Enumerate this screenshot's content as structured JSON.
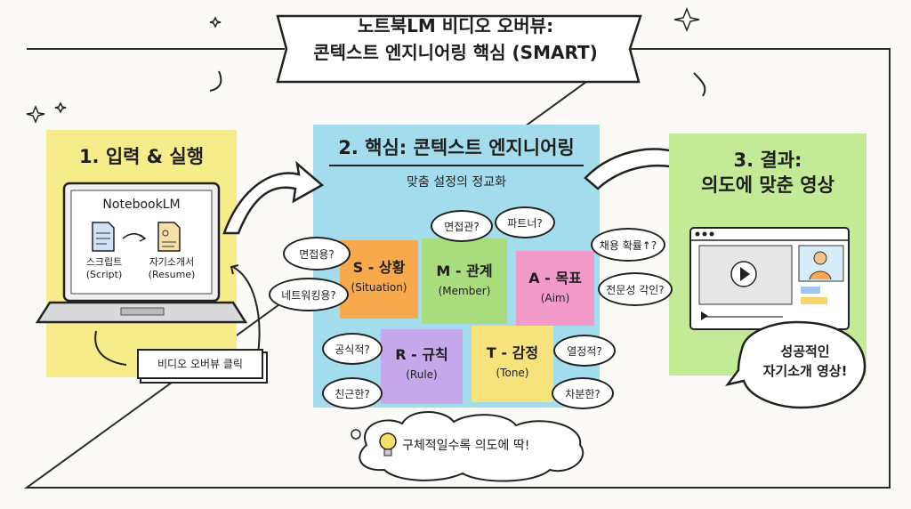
{
  "title": {
    "line1": "노트북LM 비디오 오버뷰:",
    "line2": "콘텍스트 엔지니어링 핵심 (SMART)"
  },
  "left": {
    "heading": "1. 입력 & 실행",
    "app_name": "NotebookLM",
    "doc1": {
      "line1": "스크립트",
      "line2": "(Script)"
    },
    "doc2": {
      "line1": "자기소개서",
      "line2": "(Resume)"
    },
    "click_label": "비디오 오버뷰 클릭"
  },
  "center": {
    "heading": "2. 핵심: 콘텍스트 엔지니어링",
    "subtitle": "맞춤 설정의 정교화",
    "notes": [
      {
        "title": "S - 상황",
        "sub": "(Situation)",
        "color": "#f7a94b"
      },
      {
        "title": "M - 관계",
        "sub": "(Member)",
        "color": "#a9dc7c"
      },
      {
        "title": "A - 목표",
        "sub": "(Aim)",
        "color": "#f39bc8"
      },
      {
        "title": "R - 규칙",
        "sub": "(Rule)",
        "color": "#c5a7ec"
      },
      {
        "title": "T - 감정",
        "sub": "(Tone)",
        "color": "#f6e37c"
      }
    ],
    "bubbles": {
      "b1": "면접용?",
      "b2": "네트워킹용?",
      "b3": "면접관?",
      "b4": "파트너?",
      "b5": "채용 확률↑?",
      "b6": "전문성 각인?",
      "b7": "공식적?",
      "b8": "친근한?",
      "b9": "열정적?",
      "b10": "차분한?"
    },
    "tip": "구체적일수록 의도에 딱!"
  },
  "right": {
    "heading_line1": "3. 결과:",
    "heading_line2": "의도에 맞춘 영상",
    "bubble_line1": "성공적인",
    "bubble_line2": "자기소개 영상!"
  },
  "colors": {
    "left_note": "#f7ec8a",
    "center_note": "#a3dcec",
    "right_note": "#c3ea96"
  }
}
